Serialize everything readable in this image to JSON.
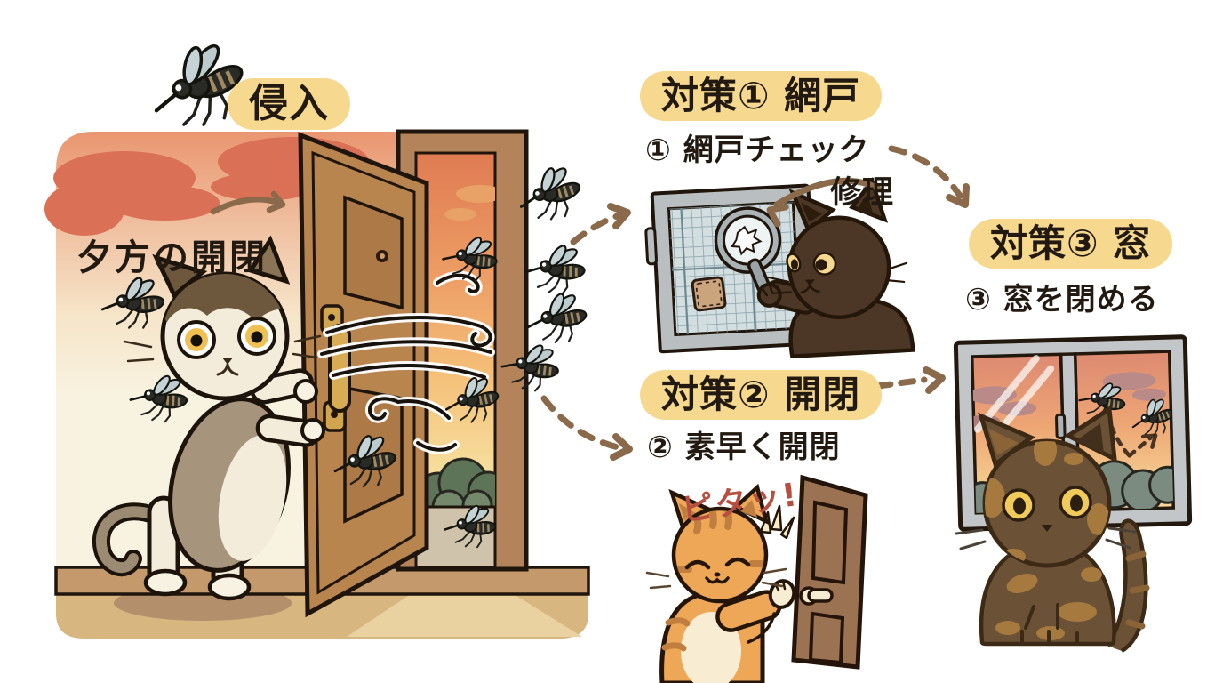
{
  "labels": {
    "intrusion": "侵入",
    "evening_door": "夕方の開閉"
  },
  "sections": [
    {
      "badge": "対策① 網戸",
      "step": "① 網戸チェック",
      "note": "修理"
    },
    {
      "badge": "対策② 開閉",
      "step": "② 素早く開閉",
      "sfx": "ピタッ!"
    },
    {
      "badge": "対策③ 窓",
      "step": "③ 窓を閉める"
    }
  ],
  "colors": {
    "badge_background": "#f6d98f",
    "text": "#221a11",
    "connector_arrow": "#8a6a4a",
    "sfx_text": "#b64f3f",
    "highlight_yellow": "#f6d98f"
  },
  "icons": {
    "mosquito": "mosquito-icon",
    "arrow": "dashed-arrow-icon"
  }
}
